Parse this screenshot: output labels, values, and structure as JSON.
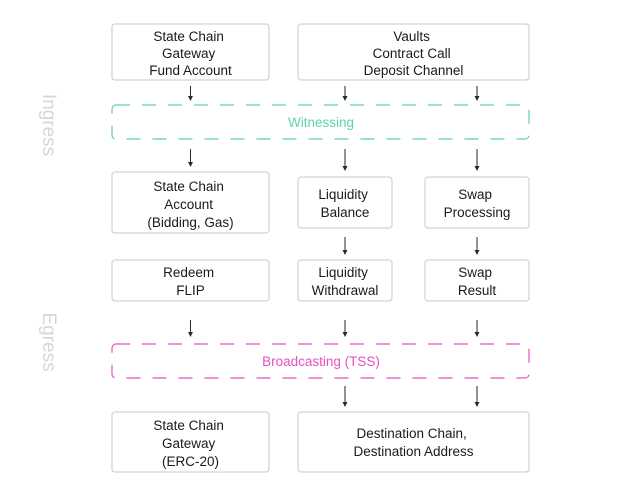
{
  "side_labels": {
    "ingress": "Ingress",
    "egress": "Egress"
  },
  "bands": {
    "witnessing": {
      "label": "Witnessing",
      "color": "#5ed3a2"
    },
    "broadcasting": {
      "label": "Broadcasting (TSS)",
      "color": "#e84fc6"
    }
  },
  "boxes": {
    "state_chain_gateway_fund": [
      "State Chain",
      "Gateway",
      "Fund Account"
    ],
    "vaults": [
      "Vaults",
      "Contract Call",
      "Deposit Channel"
    ],
    "state_chain_account": [
      "State Chain",
      "Account",
      "(Bidding, Gas)"
    ],
    "liquidity_balance": [
      "Liquidity",
      "Balance"
    ],
    "swap_processing": [
      "Swap",
      "Processing"
    ],
    "redeem_flip": [
      "Redeem",
      "FLIP"
    ],
    "liquidity_withdrawal": [
      "Liquidity",
      "Withdrawal"
    ],
    "swap_result": [
      "Swap",
      "Result"
    ],
    "state_chain_gateway_erc20": [
      "State Chain",
      "Gateway",
      "(ERC-20)"
    ],
    "destination": [
      "Destination Chain,",
      "Destination Address"
    ]
  },
  "colors": {
    "box_border": "#c9c9c9",
    "text": "#1a1a1a",
    "arrow": "#2a2a2a",
    "side_label": "#d6d6d6"
  }
}
